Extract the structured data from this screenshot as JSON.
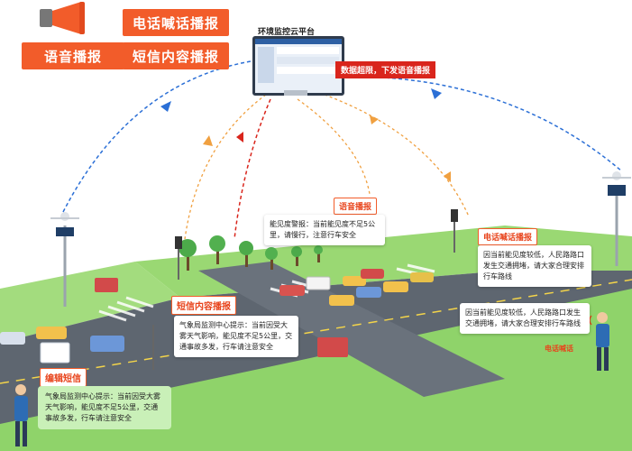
{
  "top_buttons": {
    "voice": "语音播报",
    "phone": "电话喊话播报",
    "sms": "短信内容播报"
  },
  "platform": {
    "title": "环境监控云平台",
    "alert": "数据超限，下发语音播报"
  },
  "tags": {
    "voice": "语音播报",
    "phone": "电话喊话播报",
    "sms": "短信内容播报",
    "edit_sms": "编辑短信",
    "phone_call": "电话喊话"
  },
  "messages": {
    "visibility_alarm": "能见度警报：当前能见度不足5公里，请慢行，注意行车安全",
    "weather_notice": "气象局监测中心提示：当前因受大雾天气影响，能见度不足5公里，交通事故多发，行车请注意安全",
    "traffic_top": "因当前能见度较低，人民路路口发生交通拥堵，请大家合理安排行车路线",
    "traffic_phone": "因当前能见度较低，人民路路口发生交通拥堵，请大家合理安排行车路线",
    "sms_box": "气象局监测中心提示：当前因受大雾天气影响，能见度不足5公里，交通事故多发，行车请注意安全"
  },
  "colors": {
    "accent": "#f25c2a",
    "alert_red": "#d9251c",
    "road": "#5e6670",
    "grass": "#8fd36a",
    "link_blue": "#2b6fd6"
  }
}
